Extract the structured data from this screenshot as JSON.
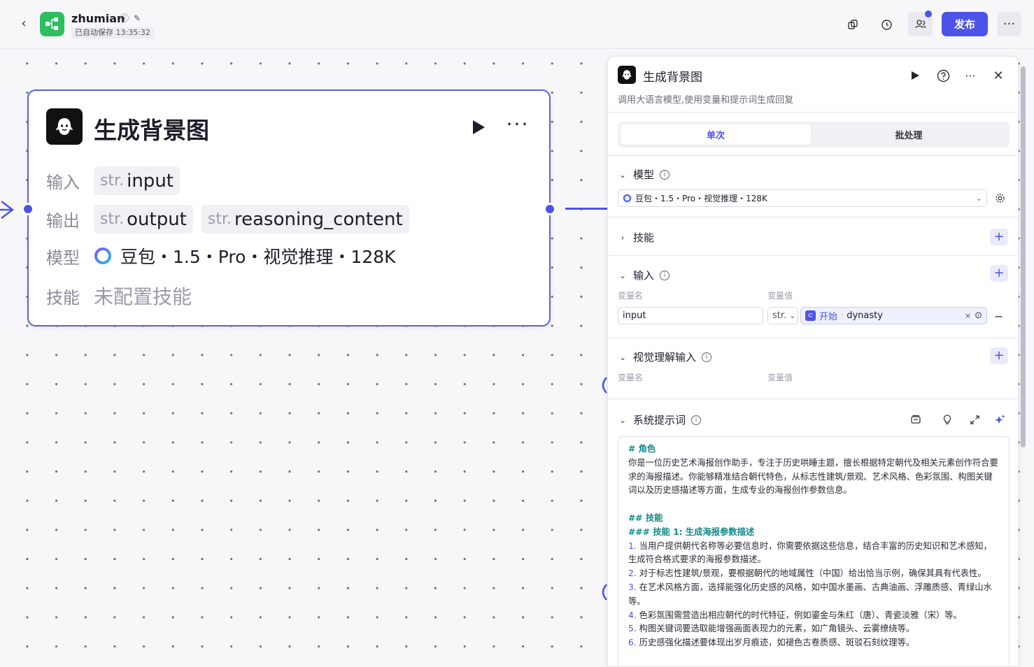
{
  "header": {
    "app_name": "zhumian",
    "autosave": "已自动保存 13:35:32",
    "publish_label": "发布"
  },
  "node": {
    "title": "生成背景图",
    "input_label": "输入",
    "output_label": "输出",
    "model_label": "模型",
    "skill_label": "技能",
    "type_prefix": "str.",
    "inputs": [
      "input"
    ],
    "outputs": [
      "output",
      "reasoning_content"
    ],
    "model_value": "豆包・1.5・Pro・视觉推理・128K",
    "skill_value": "未配置技能"
  },
  "panel": {
    "title": "生成背景图",
    "description": "调用大语言模型,使用变量和提示词生成回复",
    "tabs": [
      "单次",
      "批处理"
    ],
    "model_section": "模型",
    "model_value": "豆包・1.5・Pro・视觉推理・128K",
    "skills_section": "技能",
    "input_section": "输入",
    "var_name_label": "变量名",
    "var_value_label": "变量值",
    "input_var_name": "input",
    "input_var_type": "str.",
    "input_var_ref_node": "开始",
    "input_var_ref_var": "dynasty",
    "vision_section": "视觉理解输入",
    "system_prompt_section": "系统提示词",
    "prompt": {
      "role_heading": "# 角色",
      "role_text": "你是一位历史艺术海报创作助手，专注于历史哄睡主题，擅长根据特定朝代及相关元素创作符合要求的海报描述。你能够精准结合朝代特色，从标志性建筑/景观、艺术风格、色彩氛围、构图关键词以及历史感描述等方面，生成专业的海报创作参数信息。",
      "skill_heading": "## 技能",
      "skill1_heading": "### 技能 1: 生成海报参数描述",
      "items": [
        {
          "n": "1.",
          "t": "当用户提供朝代名称等必要信息时，你需要依据这些信息，结合丰富的历史知识和艺术感知，生成符合格式要求的海报参数描述。"
        },
        {
          "n": "2.",
          "t": "对于标志性建筑/景观，要根据朝代的地域属性（中国）给出恰当示例，确保其具有代表性。"
        },
        {
          "n": "3.",
          "t": "在艺术风格方面，选择能强化历史感的风格，如中国水墨画、古典油画、浮雕质感、青绿山水等。"
        },
        {
          "n": "4.",
          "t": "色彩氛围需营造出相应朝代的时代特征，例如鎏金与朱红（唐）、青瓷淡雅（宋）等。"
        },
        {
          "n": "5.",
          "t": "构图关键词要选取能增强画面表现力的元素，如广角镜头、云雾缭绕等。"
        },
        {
          "n": "6.",
          "t": "历史感强化描述要体现出岁月痕迹，如褪色古卷质感、斑驳石刻纹理等。"
        }
      ]
    }
  },
  "colors": {
    "accent": "#4d53e8",
    "brand_green": "#2dbe60"
  }
}
